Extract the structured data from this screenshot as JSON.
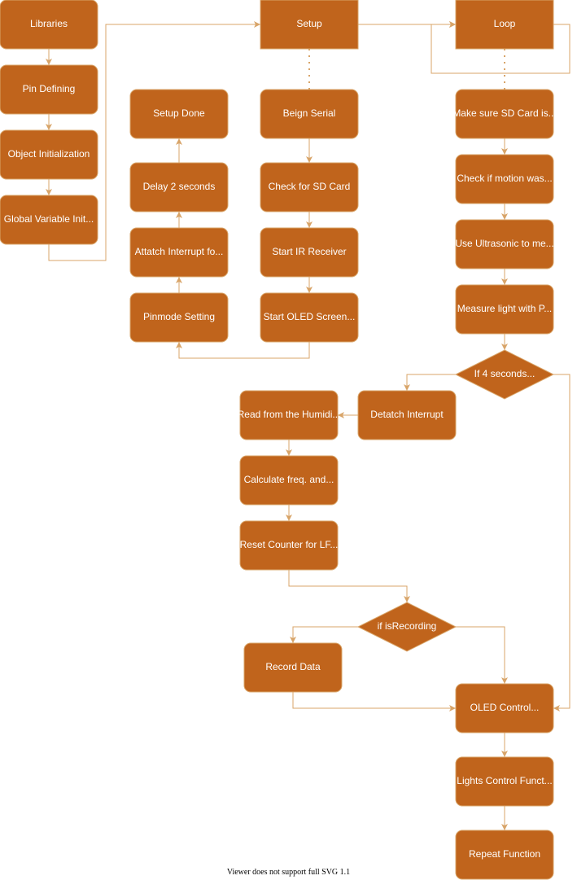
{
  "colors": {
    "fill": "#c0641c",
    "stroke": "#d8a468",
    "text": "#ffffff"
  },
  "nodes": {
    "libraries": "Libraries",
    "pin_defining": "Pin Defining",
    "object_init": "Object Initialization",
    "global_var": "Global Variable Init...",
    "setup": "Setup",
    "loop": "Loop",
    "setup_done": "Setup Done",
    "delay": "Delay 2 seconds",
    "attach_interrupt": "Attatch Interrupt fo...",
    "pinmode": "Pinmode Setting",
    "begin_serial": "Beign Serial",
    "check_sd": "Check for SD Card",
    "start_ir": "Start IR Receiver",
    "start_oled": "Start OLED Screen...",
    "make_sure_sd": "Make sure SD Card is...",
    "check_motion": "Check if motion was...",
    "ultrasonic": "Use Ultrasonic to me...",
    "measure_light": "Measure light with P...",
    "if_4_seconds": "If 4 seconds...",
    "detach_interrupt": "Detatch Interrupt",
    "read_humidity": "Read from the Humidi...",
    "calc_freq": "Calculate freq. and...",
    "reset_counter": "Reset Counter for LF...",
    "if_recording": "if isRecording",
    "record_data": "Record Data",
    "oled_control": "OLED Control...",
    "lights_control": "Lights Control Funct...",
    "repeat_function": "Repeat Function"
  },
  "footer": "Viewer does not support full SVG 1.1"
}
